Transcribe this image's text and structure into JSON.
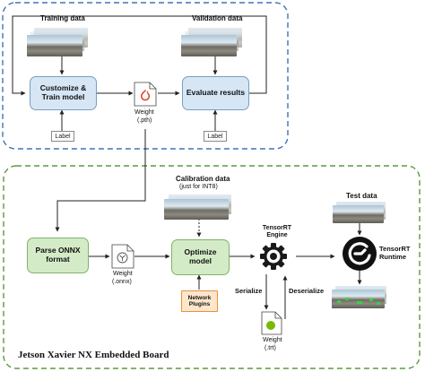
{
  "training": {
    "title": "Training data",
    "process_label": "Customize & Train model",
    "label_tag": "Label"
  },
  "validation": {
    "title": "Validation data",
    "process_label": "Evaluate results",
    "label_tag": "Label"
  },
  "weight_pth": {
    "label": "Weight",
    "ext": "(.pth)"
  },
  "board": {
    "title": "Jetson Xavier NX Embedded Board",
    "parse_label": "Parse ONNX format",
    "weight_onnx": {
      "label": "Weight",
      "ext": "(.onnx)"
    },
    "calibration": {
      "title": "Calibration data",
      "subtitle": "(just for INT8)"
    },
    "optimize_label": "Optimize model",
    "plugins_label": "Network Plugins",
    "engine_label": "TensorRT Engine",
    "serialize_label": "Serialize",
    "deserialize_label": "Deserialize",
    "weight_trt": {
      "label": "Weight",
      "ext": "(.trt)"
    },
    "test": {
      "title": "Test data"
    },
    "runtime_label": "TensorRT Runtime"
  },
  "colors": {
    "top_border": "#3f74b5",
    "bottom_border": "#5a9a3f",
    "blue_fill": "#d6e6f5",
    "green_fill": "#d4ebc8",
    "orange_border": "#e8913a",
    "pytorch": "#e2452b",
    "onnx_seg": "#34d43e"
  },
  "icons": [
    "pytorch-icon",
    "onnx-icon",
    "gear-icon",
    "tensorrt-runtime-icon",
    "document-icon"
  ]
}
